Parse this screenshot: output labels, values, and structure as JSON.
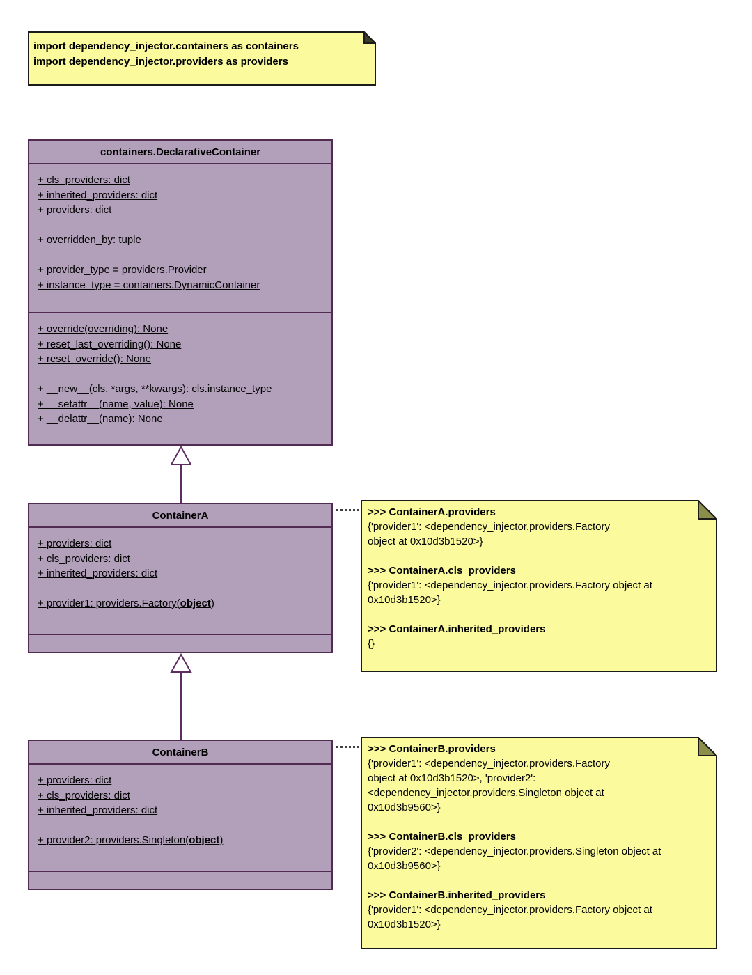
{
  "import_note": {
    "line1": "import dependency_injector.containers as containers",
    "line2": "import dependency_injector.providers as providers"
  },
  "declarative": {
    "title": "containers.DeclarativeContainer",
    "attrs": [
      {
        "text": "+ cls_providers: dict"
      },
      {
        "text": "+ inherited_providers: dict"
      },
      {
        "text": "+ providers: dict"
      },
      {
        "text": ""
      },
      {
        "text": "+ overridden_by: tuple"
      },
      {
        "text": ""
      },
      {
        "text": "+ provider_type = providers.Provider"
      },
      {
        "text": "+ instance_type = containers.DynamicContainer"
      }
    ],
    "methods": [
      {
        "text": "+ override(overriding): None"
      },
      {
        "text": "+ reset_last_overriding(): None"
      },
      {
        "text": "+ reset_override(): None"
      },
      {
        "text": ""
      },
      {
        "text": "+ __new__(cls, *args, **kwargs): cls.instance_type"
      },
      {
        "text": "+ __setattr__(name, value): None"
      },
      {
        "text": "+ __delattr__(name): None"
      }
    ]
  },
  "containerA": {
    "title": "ContainerA",
    "members": [
      {
        "text": "+ providers: dict"
      },
      {
        "text": "+ cls_providers: dict"
      },
      {
        "text": "+ inherited_providers: dict"
      },
      {
        "text": ""
      },
      {
        "text": "+ provider1: providers.Factory(",
        "bold": "object",
        "after": ")"
      }
    ]
  },
  "containerB": {
    "title": "ContainerB",
    "members": [
      {
        "text": "+ providers: dict"
      },
      {
        "text": "+ cls_providers: dict"
      },
      {
        "text": "+ inherited_providers: dict"
      },
      {
        "text": ""
      },
      {
        "text": "+ provider2: providers.Singleton(",
        "bold": "object",
        "after": ")"
      }
    ]
  },
  "noteA": {
    "blocks": [
      {
        "header": ">>> ContainerA.providers",
        "body": "{'provider1': <dependency_injector.providers.Factory\nobject at 0x10d3b1520>}"
      },
      {
        "header": ">>> ContainerA.cls_providers",
        "body": "{'provider1': <dependency_injector.providers.Factory object at\n0x10d3b1520>}"
      },
      {
        "header": ">>> ContainerA.inherited_providers",
        "body": "{}"
      }
    ]
  },
  "noteB": {
    "blocks": [
      {
        "header": ">>> ContainerB.providers",
        "body": "{'provider1': <dependency_injector.providers.Factory\nobject at 0x10d3b1520>, 'provider2':\n<dependency_injector.providers.Singleton object at\n0x10d3b9560>}"
      },
      {
        "header": ">>> ContainerB.cls_providers",
        "body": "{'provider2': <dependency_injector.providers.Singleton object at\n0x10d3b9560>}"
      },
      {
        "header": ">>> ContainerB.inherited_providers",
        "body": "{'provider1': <dependency_injector.providers.Factory object at\n0x10d3b1520>}"
      }
    ]
  },
  "colors": {
    "class_fill": "#b2a0bb",
    "class_border": "#512b52",
    "note_fill": "#fbfb9d",
    "note_border": "#1b1b1b",
    "note_fold": "#8b8d4a",
    "inheritance_line": "#5c2d5e"
  }
}
